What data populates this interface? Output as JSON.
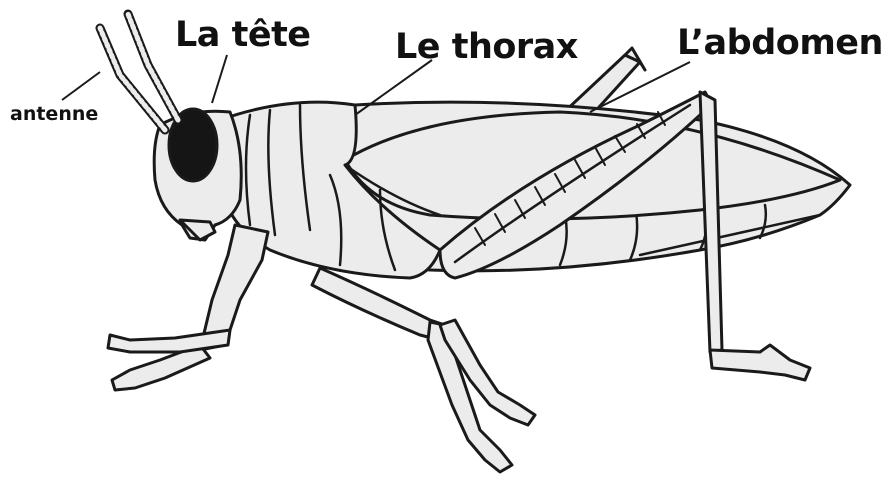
{
  "labels": {
    "tete": "La tête",
    "thorax": "Le thorax",
    "abdomen": "L’abdomen",
    "antenne": "antenne"
  },
  "colors": {
    "ink": "#1a1a1a",
    "body_fill": "#ececec",
    "shade": "#d6d6d6",
    "eye": "#151515"
  }
}
